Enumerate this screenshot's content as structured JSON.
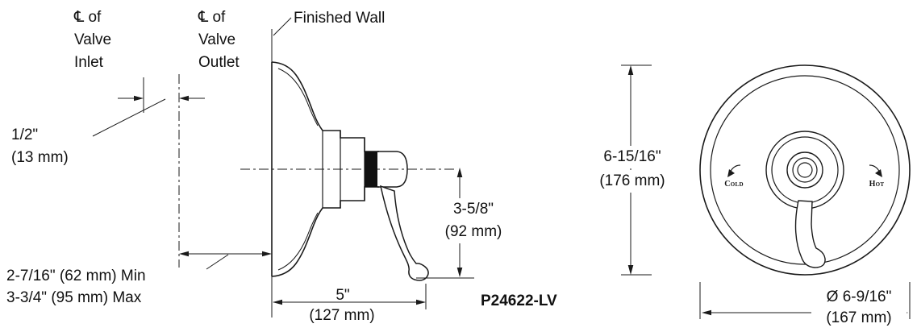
{
  "drawing": {
    "part_number": "P24622-LV",
    "side_view": {
      "cl_inlet": {
        "l1": "℄ of",
        "l2": "Valve",
        "l3": "Inlet"
      },
      "cl_outlet": {
        "l1": "℄ of",
        "l2": "Valve",
        "l3": "Outlet"
      },
      "finished_wall": "Finished Wall",
      "dim_inlet_to_outlet": {
        "l1": "1/2\"",
        "l2": "(13 mm)"
      },
      "dim_wall_depth": {
        "l1": "2-7/16\" (62 mm) Min",
        "l2": "3-3/4\" (95 mm) Max"
      },
      "dim_projection": {
        "l1": "5\"",
        "l2": "(127 mm)"
      },
      "dim_handle_drop": {
        "l1": "3-5/8\"",
        "l2": "(92 mm)"
      }
    },
    "front_view": {
      "dim_height": {
        "l1": "6-15/16\"",
        "l2": "(176 mm)"
      },
      "dim_diameter": {
        "l1": "Ø 6-9/16\"",
        "l2": "(167 mm)"
      },
      "cold_label": "Cold",
      "hot_label": "Hot"
    },
    "colors": {
      "line": "#1a1a1a",
      "background": "#ffffff"
    }
  }
}
